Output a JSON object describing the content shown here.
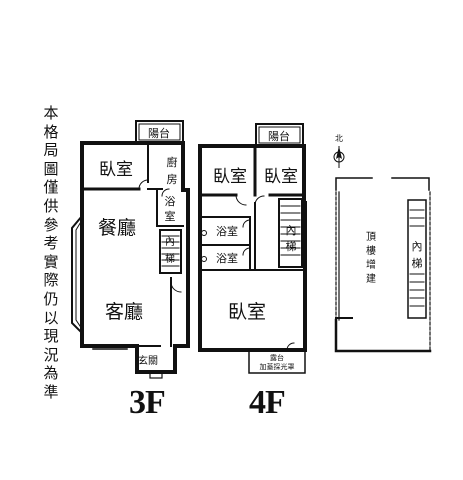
{
  "disclaimer": "本格局圖僅供參考實際仍以現況為準",
  "floors": [
    {
      "label": "3F",
      "rooms": {
        "balcony": "陽台",
        "bedroom": "臥室",
        "kitchen": [
          "廚",
          "房"
        ],
        "bath": [
          "浴",
          "室"
        ],
        "dining": "餐廳",
        "stairs": [
          "內",
          "梯"
        ],
        "living": "客廳",
        "entrance": "玄關"
      }
    },
    {
      "label": "4F",
      "rooms": {
        "balcony": "陽台",
        "bedroom_left": "臥室",
        "bedroom_right": "臥室",
        "bath_upper": "浴室",
        "bath_lower": "浴室",
        "stairs": [
          "內",
          "梯"
        ],
        "bedroom_main": "臥室",
        "terrace": [
          "露台",
          "加蓋採光罩"
        ]
      }
    },
    {
      "label": "",
      "rooms": {
        "rooftop": [
          "頂",
          "樓",
          "增",
          "建"
        ],
        "stairs": [
          "內",
          "梯"
        ]
      }
    }
  ],
  "compass_label": "北"
}
